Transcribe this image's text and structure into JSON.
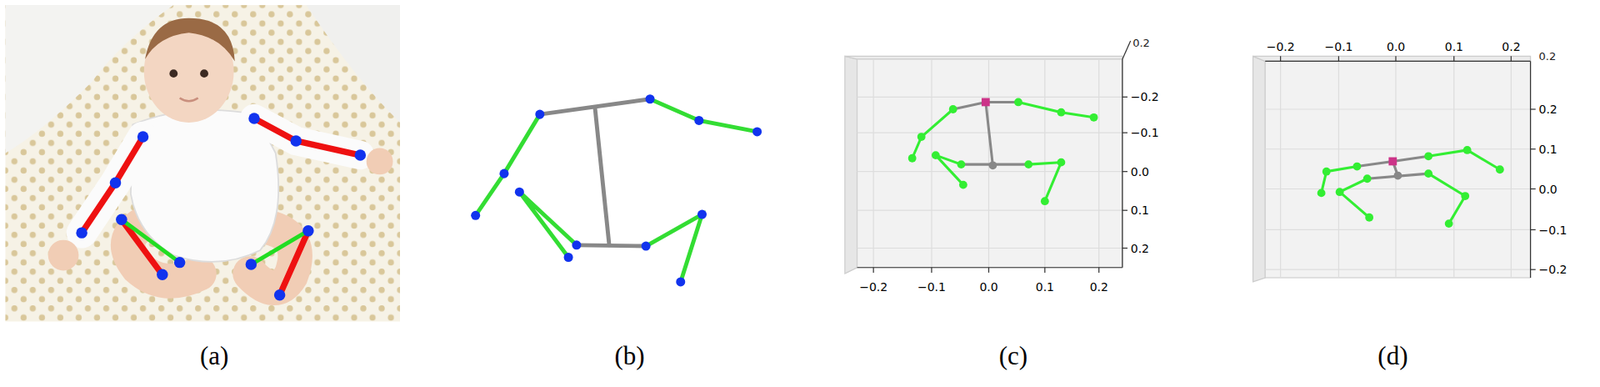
{
  "diagram": {
    "labels": [
      "(a)",
      "(b)",
      "(c)",
      "(d)",
      "−0.2",
      "−0.1",
      "0.0",
      "0.1",
      "0.2",
      "−0.2",
      "−0.1",
      "0.0",
      "0.1",
      "0.2",
      "0.2",
      "−0.2",
      "−0.1",
      "0.0",
      "0.1",
      "0.2",
      "0.2",
      "0.1",
      "0.0",
      "−0.1",
      "−0.2",
      "0.2"
    ]
  }
}
